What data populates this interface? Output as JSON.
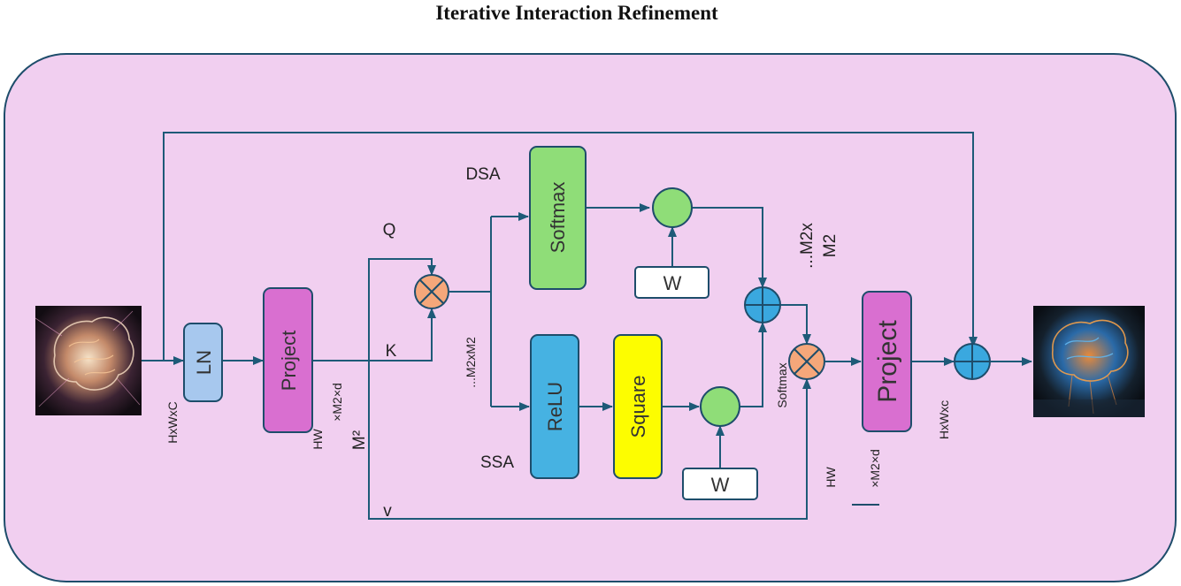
{
  "title": "Iterative Interaction Refinement",
  "blocks": {
    "ln": "LN",
    "project_in": "Project",
    "softmax": "Softmax",
    "relu": "ReLU",
    "square": "Square",
    "w_top": "W",
    "w_bottom": "W",
    "project_out": "Project"
  },
  "labels": {
    "dsa": "DSA",
    "ssa": "SSA",
    "q": "Q",
    "k": "K",
    "v": "v",
    "hxwxc_in": "HxWxC",
    "hw_left": "HW",
    "m2xd_left": "×M2×d",
    "m_sq": "M²",
    "m2xm2_left": "...M2xM2",
    "m2x_right": "...M2x",
    "m2_right": "M2",
    "softmax_small": "Softmax",
    "hw_right": "HW",
    "m2xd_right": "×M2×d",
    "hxwxc_out": "HxWxc"
  },
  "colors": {
    "panel": "#f1cff0",
    "panel_border": "#1e4d6b",
    "wire": "#1e5a78",
    "ln": "#a7c8ee",
    "project": "#d96fd0",
    "softmax": "#8fdd78",
    "relu": "#46b2e2",
    "square": "#fdfd00",
    "w_box": "#ffffff",
    "gate": "#8fdd78",
    "multiply": "#f5a77a",
    "add": "#3aa8df"
  },
  "icons": {
    "multiply": "circle-times-icon",
    "add": "circle-plus-icon",
    "gate": "green-circle-node-icon",
    "input_image": "brain-image-icon",
    "output_image": "brain-image-icon"
  }
}
